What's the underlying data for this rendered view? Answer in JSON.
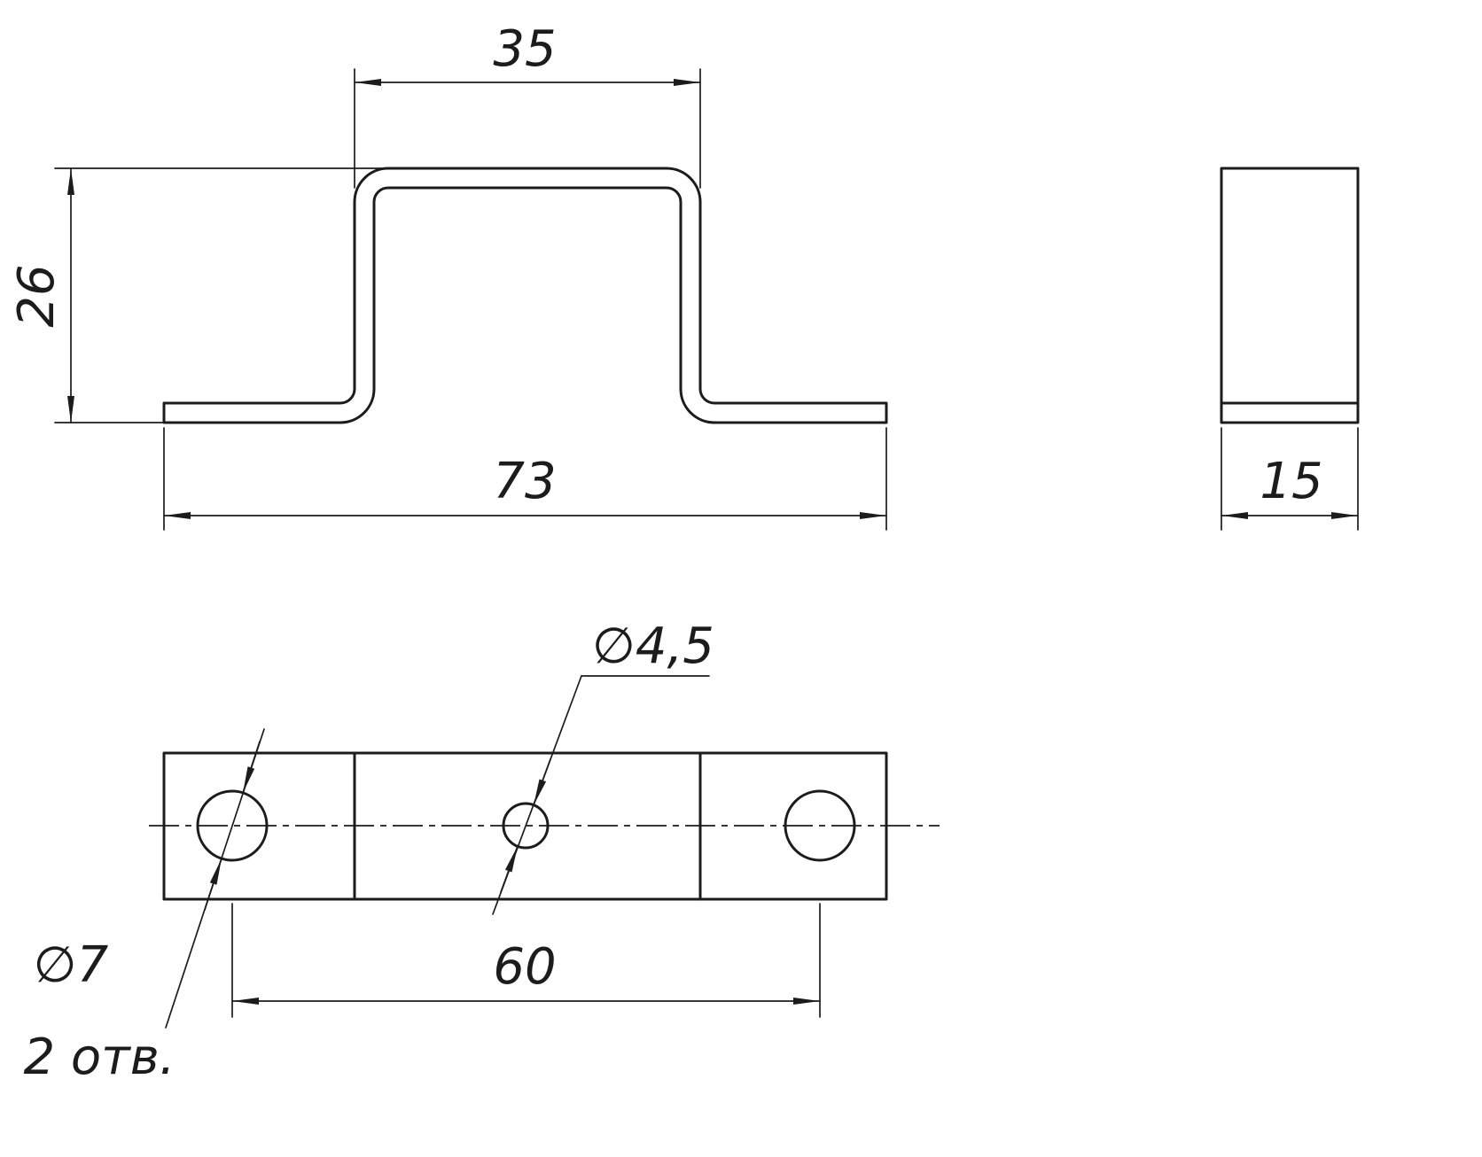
{
  "drawing": {
    "colors": {
      "line": "#1c1c1c",
      "background": "#ffffff"
    },
    "front_view": {
      "dim_top_width": "35",
      "dim_height": "26",
      "dim_overall_width": "73"
    },
    "side_view": {
      "dim_depth": "15"
    },
    "plan_view": {
      "dim_small_hole": "∅4,5",
      "dim_large_hole": "∅7",
      "dim_large_hole_note": "2 отв.",
      "dim_hole_spacing": "60"
    }
  }
}
